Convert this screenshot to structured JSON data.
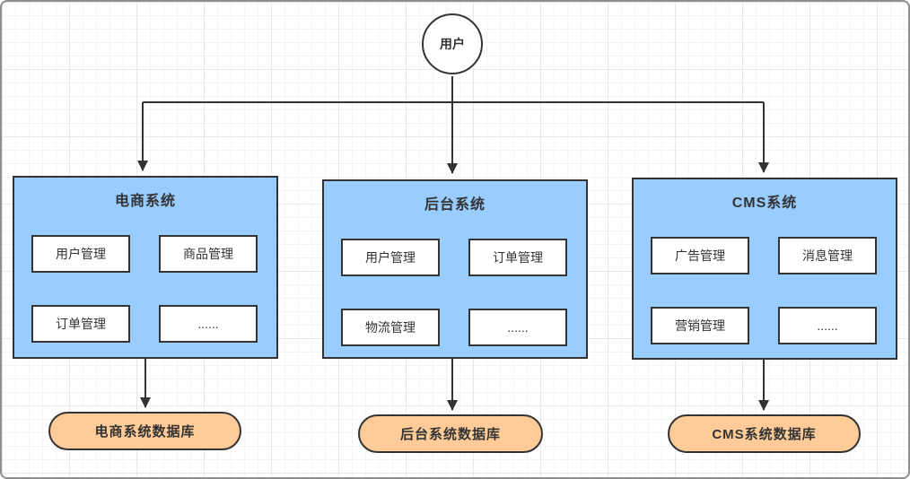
{
  "user_node": {
    "label": "用户"
  },
  "systems": [
    {
      "title": "电商系统",
      "modules": [
        "用户管理",
        "商品管理",
        "订单管理",
        "......"
      ],
      "database": "电商系统数据库"
    },
    {
      "title": "后台系统",
      "modules": [
        "用户管理",
        "订单管理",
        "物流管理",
        "......"
      ],
      "database": "后台系统数据库"
    },
    {
      "title": "CMS系统",
      "modules": [
        "广告管理",
        "消息管理",
        "营销管理",
        "......"
      ],
      "database": "CMS系统数据库"
    }
  ],
  "colors": {
    "system_fill": "#99CCFF",
    "database_fill": "#FFCC99",
    "shape_border": "#333333",
    "canvas_border": "#8F8F8F"
  }
}
